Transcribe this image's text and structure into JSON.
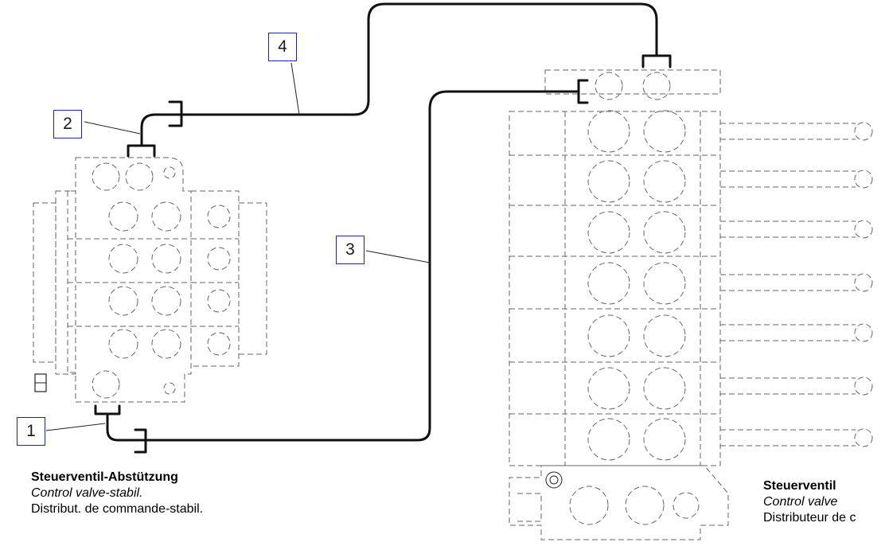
{
  "callouts": [
    {
      "id": "c1",
      "label": "1"
    },
    {
      "id": "c2",
      "label": "2"
    },
    {
      "id": "c3",
      "label": "3"
    },
    {
      "id": "c4",
      "label": "4"
    }
  ],
  "left_valve": {
    "name_de": "Steuerventil-Abstützung",
    "name_en": "Control valve-stabil.",
    "name_fr": "Distribut. de commande-stabil."
  },
  "right_valve": {
    "name_de": "Steuerventil",
    "name_en": "Control valve",
    "name_fr": "Distributeur de c"
  },
  "colors": {
    "callout_border": "#1f1fbf",
    "hose": "#111111",
    "dashed_outline": "#666666"
  }
}
